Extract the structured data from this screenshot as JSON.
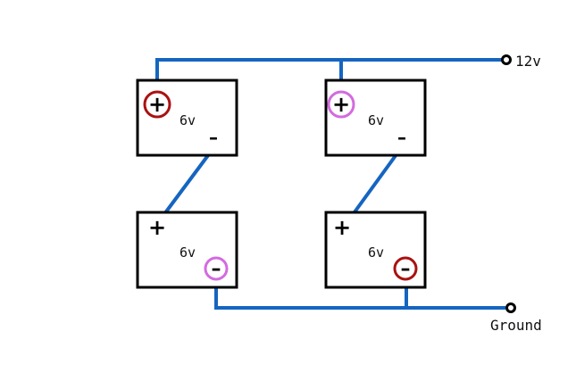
{
  "colors": {
    "wire": "#1565c0",
    "battery_outline": "#000000",
    "ring_series": "#aa1111",
    "ring_parallel": "#d36be0",
    "background": "#ffffff"
  },
  "batteries": [
    {
      "voltage": "6v",
      "plus": "+",
      "minus": "–"
    },
    {
      "voltage": "6v",
      "plus": "+",
      "minus": "–"
    },
    {
      "voltage": "6v",
      "plus": "+",
      "minus": "–"
    },
    {
      "voltage": "6v",
      "plus": "+",
      "minus": "–"
    }
  ],
  "terminals": {
    "positive_label": "12v",
    "ground_label": "Ground"
  }
}
